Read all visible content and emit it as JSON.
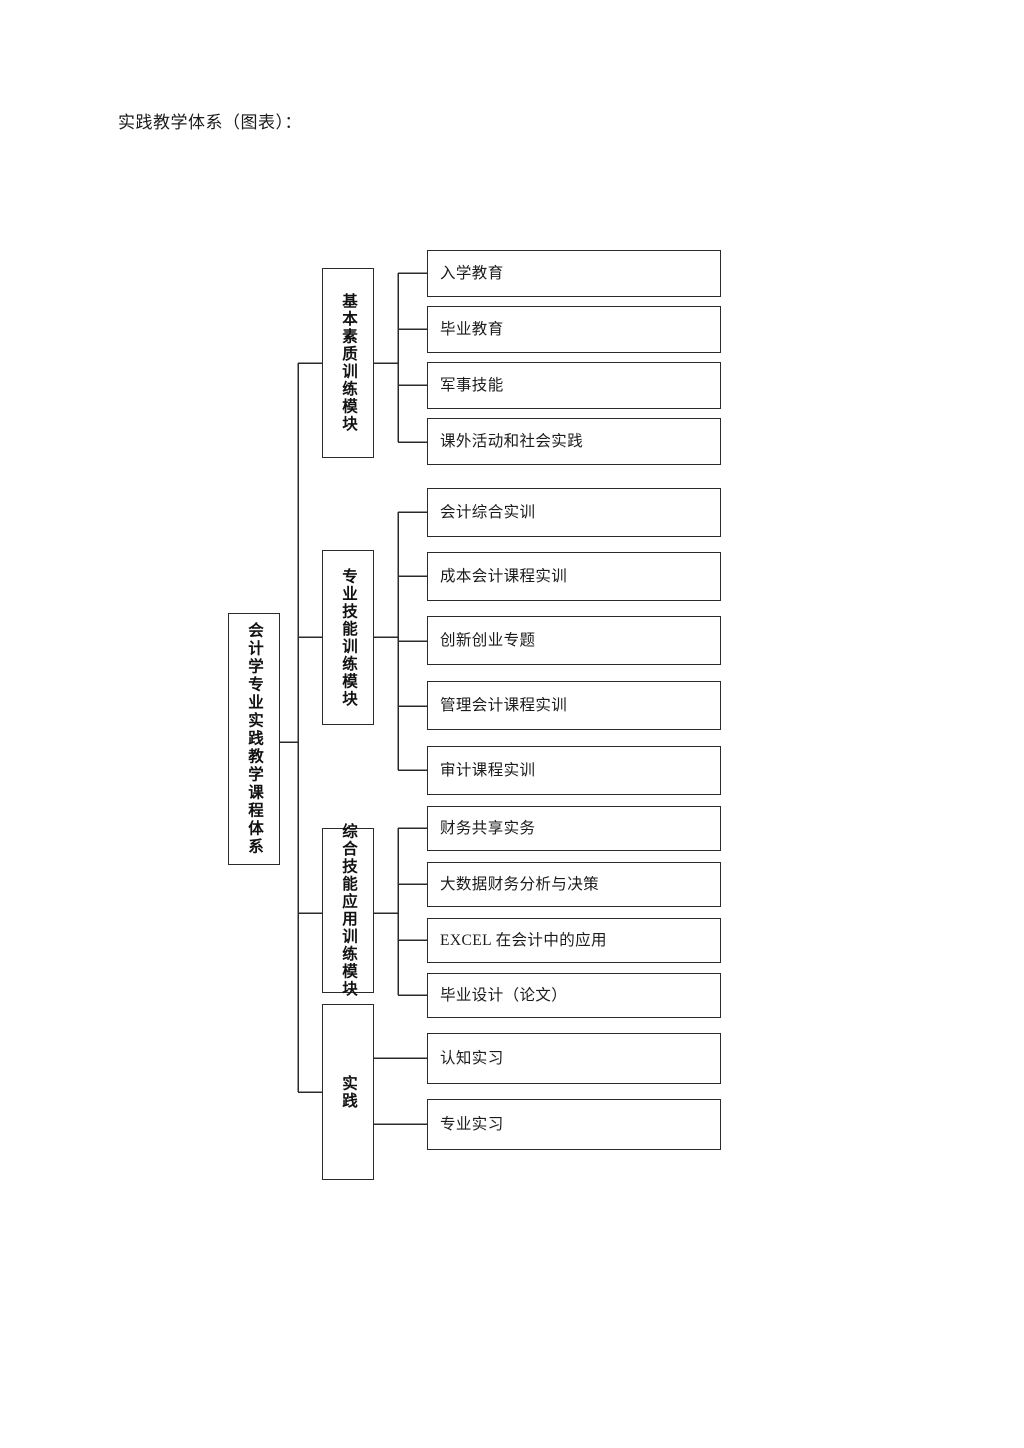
{
  "document": {
    "title": "实践教学体系（图表）："
  },
  "chart_data": {
    "type": "diagram",
    "diagram_kind": "horizontal-tree",
    "title": "实践教学体系（图表）：",
    "root": {
      "label": "会计学专业实践教学课程体系",
      "orientation": "vertical"
    },
    "modules": [
      {
        "label": "基本素质训练模块",
        "orientation": "vertical",
        "children": [
          "入学教育",
          "毕业教育",
          "军事技能",
          "课外活动和社会实践"
        ]
      },
      {
        "label": "专业技能训练模块",
        "orientation": "vertical",
        "children": [
          "会计综合实训",
          "成本会计课程实训",
          "创新创业专题",
          "管理会计课程实训",
          "审计课程实训"
        ]
      },
      {
        "label": "综合技能应用训练模块",
        "orientation": "vertical",
        "children": [
          "财务共享实务",
          "大数据财务分析与决策",
          "EXCEL 在会计中的应用",
          "毕业设计（论文）"
        ]
      },
      {
        "label": "实践",
        "orientation": "vertical",
        "children": [
          "认知实习",
          "专业实习"
        ]
      }
    ],
    "colors": {
      "background": "#ffffff",
      "box_border": "#2b2b2b",
      "connector": "#2b2b2b",
      "text": "#1b1b1b"
    }
  },
  "nodes": {
    "root": {
      "label": "会计学专业实践教学课程体系"
    },
    "module_1": {
      "label": "基本素质训练模块"
    },
    "module_2": {
      "label": "专业技能训练模块"
    },
    "module_3": {
      "label": "综合技能应用训练模块"
    },
    "module_4": {
      "label": "实践"
    },
    "leaf_1_1": {
      "label": "入学教育"
    },
    "leaf_1_2": {
      "label": "毕业教育"
    },
    "leaf_1_3": {
      "label": "军事技能"
    },
    "leaf_1_4": {
      "label": "课外活动和社会实践"
    },
    "leaf_2_1": {
      "label": "会计综合实训"
    },
    "leaf_2_2": {
      "label": "成本会计课程实训"
    },
    "leaf_2_3": {
      "label": "创新创业专题"
    },
    "leaf_2_4": {
      "label": "管理会计课程实训"
    },
    "leaf_2_5": {
      "label": "审计课程实训"
    },
    "leaf_3_1": {
      "label": "财务共享实务"
    },
    "leaf_3_2": {
      "label": "大数据财务分析与决策"
    },
    "leaf_3_3": {
      "label": "EXCEL 在会计中的应用"
    },
    "leaf_3_4": {
      "label": "毕业设计（论文）"
    },
    "leaf_4_1": {
      "label": "认知实习"
    },
    "leaf_4_2": {
      "label": "专业实习"
    }
  }
}
